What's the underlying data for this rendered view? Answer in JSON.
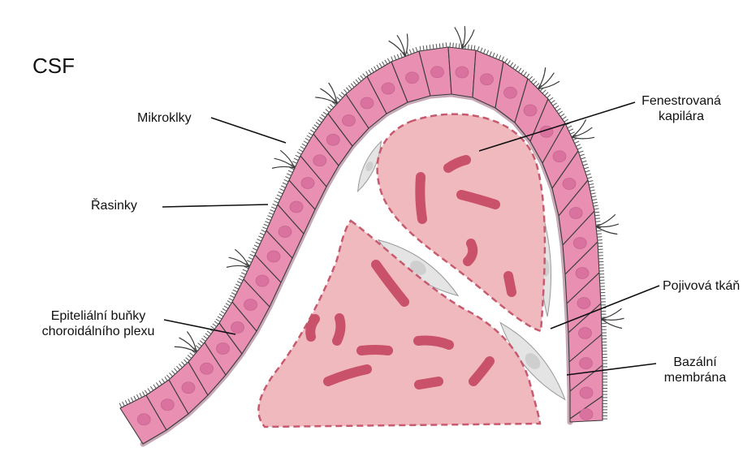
{
  "region_label": "CSF",
  "labels": {
    "microvilli": "Mikroklky",
    "cilia": "Řasinky",
    "epithelial_line1": "Epiteliální buňky",
    "epithelial_line2": "choroidálního plexu",
    "capillary_line1": "Fenestrovaná",
    "capillary_line2": "kapilára",
    "connective": "Pojivová tkáň",
    "basal_line1": "Bazální",
    "basal_line2": "membrána"
  },
  "colors": {
    "cell_fill": "#e98fb2",
    "cell_stroke": "#3a3a3a",
    "nucleus": "#d9729e",
    "capillary_fill": "#f0b9bd",
    "capillary_border": "#c75a6e",
    "red_cells": "#c9516a",
    "connective_fill": "#e4e4e4",
    "connective_stroke": "#9a9a9a",
    "basal_membrane": "#c8a8b6"
  }
}
